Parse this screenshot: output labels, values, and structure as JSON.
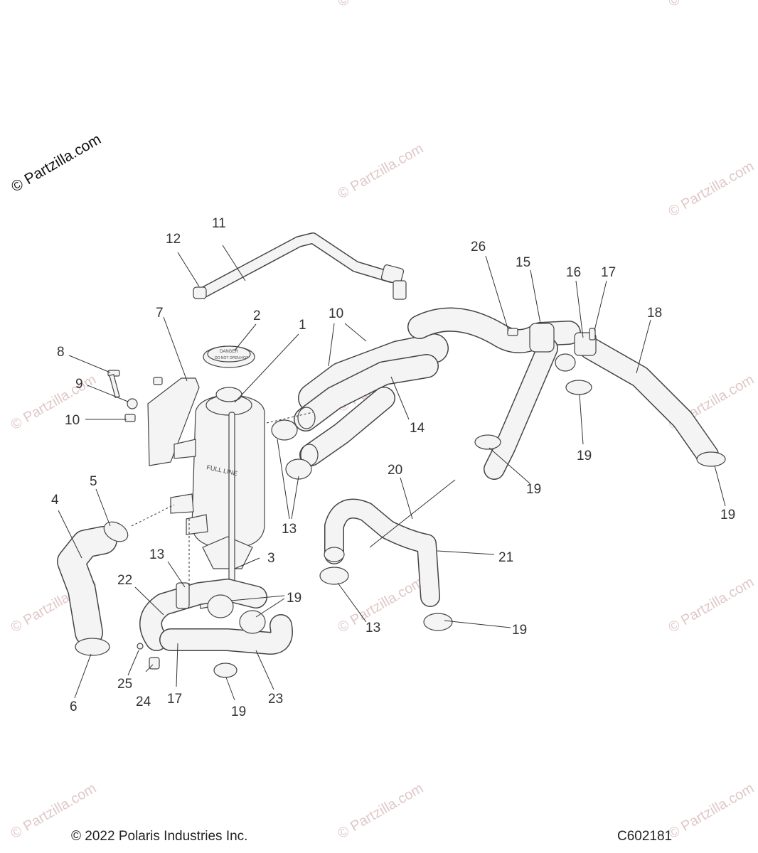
{
  "watermark": {
    "brand": "© Partzilla.com",
    "repeat": "© Partzilla.com"
  },
  "footer": {
    "copyright": "© 2022 Polaris Industries Inc.",
    "drawing_code": "C602181"
  },
  "callouts": [
    "1",
    "2",
    "3",
    "4",
    "5",
    "6",
    "7",
    "8",
    "9",
    "10",
    "10",
    "11",
    "12",
    "13",
    "13",
    "13",
    "13",
    "14",
    "15",
    "16",
    "17",
    "17",
    "18",
    "19",
    "19",
    "19",
    "19",
    "19",
    "19",
    "19",
    "20",
    "21",
    "22",
    "23",
    "24",
    "25",
    "26"
  ],
  "cap_text": {
    "line1": "DANGER",
    "line2": "DO NOT OPEN HOT"
  },
  "bottle_text": "FULL LINE"
}
